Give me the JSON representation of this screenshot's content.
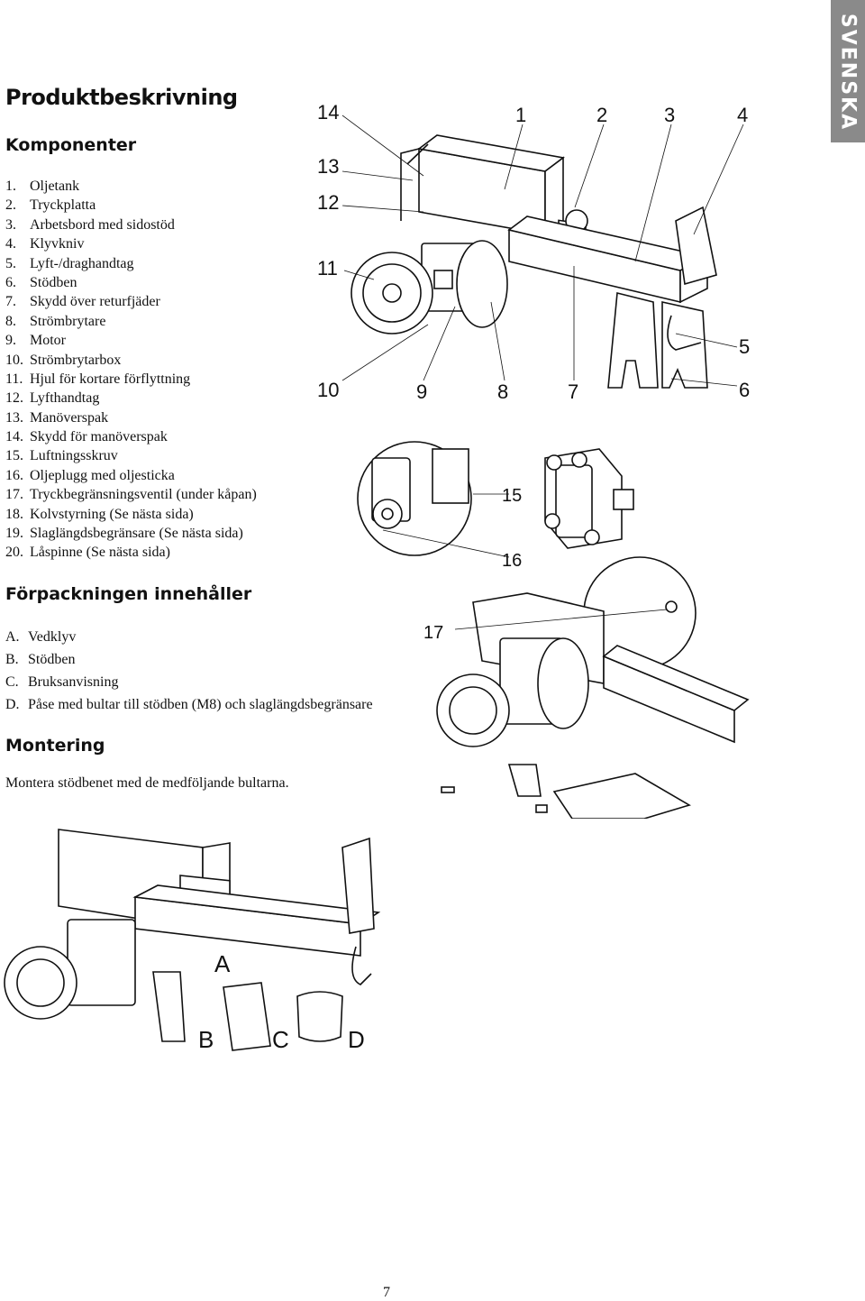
{
  "side_tab": "SVENSKA",
  "heading": "Produktbeskrivning",
  "components": {
    "title": "Komponenter",
    "items": [
      {
        "n": "1.",
        "t": "Oljetank"
      },
      {
        "n": "2.",
        "t": "Tryckplatta"
      },
      {
        "n": "3.",
        "t": "Arbetsbord med sidostöd"
      },
      {
        "n": "4.",
        "t": "Klyvkniv"
      },
      {
        "n": "5.",
        "t": "Lyft-/draghandtag"
      },
      {
        "n": "6.",
        "t": "Stödben"
      },
      {
        "n": "7.",
        "t": "Skydd över returfjäder"
      },
      {
        "n": "8.",
        "t": "Strömbrytare"
      },
      {
        "n": "9.",
        "t": "Motor"
      },
      {
        "n": "10.",
        "t": "Strömbrytarbox"
      },
      {
        "n": "11.",
        "t": "Hjul för kortare förflyttning"
      },
      {
        "n": "12.",
        "t": "Lyfthandtag"
      },
      {
        "n": "13.",
        "t": "Manöverspak"
      },
      {
        "n": "14.",
        "t": "Skydd för manöverspak"
      },
      {
        "n": "15.",
        "t": "Luftningsskruv"
      },
      {
        "n": "16.",
        "t": "Oljeplugg med oljesticka"
      },
      {
        "n": "17.",
        "t": "Tryckbegränsningsventil (under kåpan)"
      },
      {
        "n": "18.",
        "t": "Kolvstyrning (Se nästa sida)"
      },
      {
        "n": "19.",
        "t": "Slaglängdsbegränsare (Se nästa sida)"
      },
      {
        "n": "20.",
        "t": "Låspinne (Se nästa sida)"
      }
    ]
  },
  "package": {
    "title": "Förpackningen innehåller",
    "items": [
      {
        "n": "A.",
        "t": "Vedklyv"
      },
      {
        "n": "B.",
        "t": "Stödben"
      },
      {
        "n": "C.",
        "t": "Bruksanvisning"
      },
      {
        "n": "D.",
        "t": "Påse med bultar till stödben (M8) och slaglängdsbegränsare"
      }
    ]
  },
  "assembly": {
    "title": "Montering",
    "text": "Montera stödbenet med de medföljande bultarna."
  },
  "callouts": {
    "top": [
      "14",
      "13",
      "12",
      "11",
      "10",
      "1",
      "2",
      "3",
      "4",
      "5",
      "6",
      "7",
      "8",
      "9"
    ],
    "detail": [
      "15",
      "16",
      "17"
    ],
    "package": [
      "A",
      "B",
      "C",
      "D"
    ]
  },
  "page_number": "7"
}
